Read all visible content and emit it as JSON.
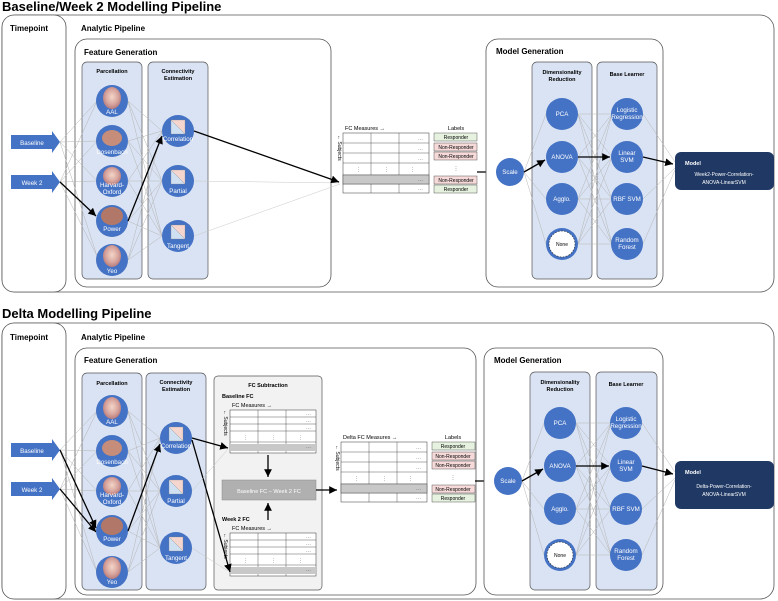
{
  "colors": {
    "node_blue": "#4472c4",
    "panel_blue": "#dae3f3",
    "panel_gray": "#f2f2f2",
    "model_navy": "#1f3864",
    "responder_green": "#e2efda",
    "nonresponder_red": "#f8d7d7"
  },
  "pipeline1": {
    "title": "Baseline/Week 2 Modelling Pipeline",
    "timepoint_label": "Timepoint",
    "analytic_label": "Analytic Pipeline",
    "feature_generation_label": "Feature Generation",
    "parcellation_label": "Parcellation",
    "connectivity_label": "Connectivity Estimation",
    "timepoints": [
      "Baseline",
      "Week 2"
    ],
    "parcellations": [
      "AAL",
      "Dosenbach",
      "Harvard-Oxford",
      "Power",
      "Yeo"
    ],
    "connectivity": [
      "Correlation",
      "Partial",
      "Tangent"
    ],
    "fc_measures_label": "FC Measures →",
    "subjects_label": "← Subjects",
    "labels_header": "Labels",
    "labels": [
      "Responder",
      "Non-Responder",
      "Non-Responder",
      "⋮",
      "Non-Responder",
      "Responder"
    ],
    "scale_label": "Scale",
    "model_generation_label": "Model Generation",
    "dim_reduction_label": "Dimensionality Reduction",
    "base_learner_label": "Base Learner",
    "dim_methods": [
      "PCA",
      "ANOVA",
      "Agglo.",
      "None"
    ],
    "learners": [
      "Logistic Regression",
      "Linear SVM",
      "RBF SVM",
      "Random Forest"
    ],
    "model_title": "Model",
    "model_name": "Week2-Power-Correlation-ANOVA-LinearSVM"
  },
  "pipeline2": {
    "title": "Delta Modelling Pipeline",
    "timepoint_label": "Timepoint",
    "analytic_label": "Analytic Pipeline",
    "feature_generation_label": "Feature Generation",
    "parcellation_label": "Parcellation",
    "connectivity_label": "Connectivity Estimation",
    "timepoints": [
      "Baseline",
      "Week 2"
    ],
    "parcellations": [
      "AAL",
      "Dosenbach",
      "Harvard-Oxford",
      "Power",
      "Yeo"
    ],
    "connectivity": [
      "Correlation",
      "Partial",
      "Tangent"
    ],
    "fc_subtraction_label": "FC Subtraction",
    "baseline_fc_label": "Baseline FC",
    "week2_fc_label": "Week 2 FC",
    "fc_measures_label": "FC Measures →",
    "subjects_label": "← Subjects",
    "subtraction_label": "Baseline FC − Week 2 FC",
    "delta_fc_label": "Delta FC Measures →",
    "labels_header": "Labels",
    "labels": [
      "Responder",
      "Non-Responder",
      "Non-Responder",
      "⋮",
      "Non-Responder",
      "Responder"
    ],
    "scale_label": "Scale",
    "model_generation_label": "Model Generation",
    "dim_reduction_label": "Dimensionality Reduction",
    "base_learner_label": "Base Learner",
    "dim_methods": [
      "PCA",
      "ANOVA",
      "Agglo.",
      "None"
    ],
    "learners": [
      "Logistic Regression",
      "Linear SVM",
      "RBF SVM",
      "Random Forest"
    ],
    "model_title": "Model",
    "model_name": "Delta-Power-Correlation-ANOVA-LinearSVM"
  }
}
